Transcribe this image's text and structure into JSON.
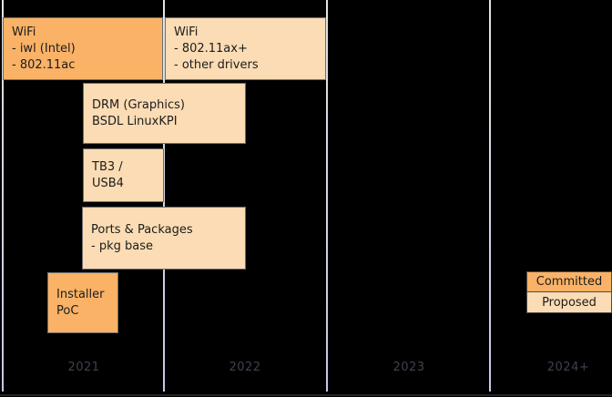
{
  "colors": {
    "background": "#000000",
    "committed": "#f9b266",
    "proposed": "#fcdcb4",
    "box_border": "#6e6e6e",
    "gridline": "#d2d2e4",
    "year_label": "#41414f"
  },
  "chart_data": {
    "type": "bar",
    "variant": "gantt-roadmap-timeline",
    "title": "",
    "x_axis": {
      "tick_labels": [
        "2021",
        "2022",
        "2023",
        "2024+"
      ],
      "range_years": [
        2021,
        2024.75
      ],
      "gridlines": true
    },
    "tasks": [
      {
        "label": "WiFi\n- iwl (Intel)\n- 802.11ac",
        "status": "Committed",
        "start_year": 2021.0,
        "end_year": 2022.0
      },
      {
        "label": "WiFi\n- 802.11ax+\n- other drivers",
        "status": "Proposed",
        "start_year": 2022.0,
        "end_year": 2023.0
      },
      {
        "label": "DRM (Graphics)\nBSDL LinuxKPI",
        "status": "Proposed",
        "start_year": 2021.5,
        "end_year": 2022.5
      },
      {
        "label": "TB3 /\nUSB4",
        "status": "Proposed",
        "start_year": 2021.5,
        "end_year": 2022.0
      },
      {
        "label": "Ports & Packages\n- pkg base",
        "status": "Proposed",
        "start_year": 2021.5,
        "end_year": 2022.5
      },
      {
        "label": "Installer\nPoC",
        "status": "Committed",
        "start_year": 2021.3,
        "end_year": 2021.7
      }
    ],
    "legend": [
      {
        "label": "Committed",
        "color": "#f9b266"
      },
      {
        "label": "Proposed",
        "color": "#fcdcb4"
      }
    ],
    "legend_position": "right"
  }
}
